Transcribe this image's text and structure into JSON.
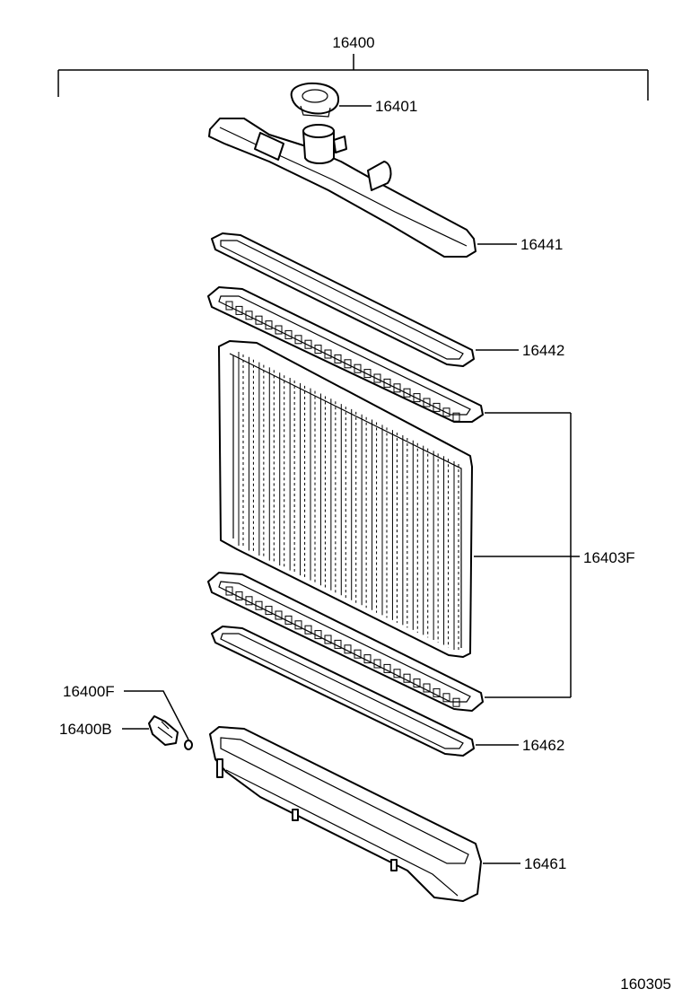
{
  "diagram": {
    "labels": {
      "assembly": "16400",
      "cap": "16401",
      "upper_tank": "16441",
      "upper_gasket": "16442",
      "core": "16403F",
      "drain_plug_gasket": "16400F",
      "drain_cock": "16400B",
      "lower_gasket": "16462",
      "lower_tank": "16461",
      "figure_number": "160305"
    }
  }
}
